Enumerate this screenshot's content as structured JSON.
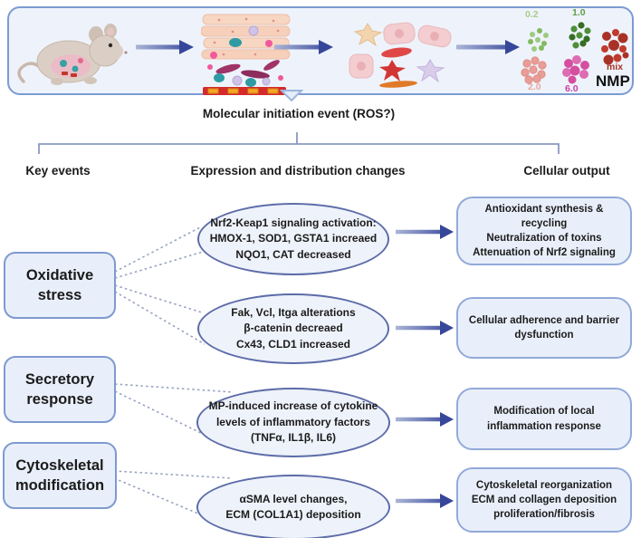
{
  "panel": {
    "stages": [
      "mouse",
      "tissue-section",
      "isolated-cells",
      "nanoplastic-particles"
    ],
    "particle_groups": [
      {
        "label": "0.2",
        "color": "#a7cd8a"
      },
      {
        "label": "1.0",
        "color": "#5f9c49"
      },
      {
        "label": "2.0",
        "color": "#eaa79f"
      },
      {
        "label": "6.0",
        "color": "#cb42a2"
      },
      {
        "label": "mix",
        "color": "#a93226"
      }
    ],
    "nmp_label": "NMP"
  },
  "initiation_label": "Molecular initiation event (ROS?)",
  "column_headers": {
    "key_events": "Key events",
    "expression": "Expression and distribution changes",
    "cellular_output": "Cellular output"
  },
  "key_events": [
    {
      "label": "Oxidative stress"
    },
    {
      "label": "Secretory response"
    },
    {
      "label": "Cytoskeletal modification"
    }
  ],
  "expression_changes": [
    {
      "text": "Nrf2-Keap1 signaling activation:\nHMOX-1, SOD1, GSTA1 increaed\nNQO1, CAT decreased"
    },
    {
      "text": "Fak, Vcl, Itga alterations\nβ-catenin decreaed\nCx43, CLD1 increased"
    },
    {
      "text": "MP-induced increase of cytokine\nlevels of inflammatory factors\n(TNFα, IL1β, IL6)"
    },
    {
      "text": "αSMA level changes,\nECM (COL1A1) deposition"
    }
  ],
  "cellular_outputs": [
    {
      "text": "Antioxidant synthesis & recycling\nNeutralization of toxins\nAttenuation of Nrf2 signaling"
    },
    {
      "text": "Cellular adherence and barrier\ndysfunction"
    },
    {
      "text": "Modification of local\ninflammation response"
    },
    {
      "text": "Cytoskeletal reorganization\nECM and collagen deposition\nproliferation/fibrosis"
    }
  ],
  "colors": {
    "arrow_head": "#36479a",
    "arrow_tail": "#aab4d6",
    "panel_border": "#7b9bd2",
    "panel_fill": "#eef3fb",
    "node_fill": "#e9effa",
    "ellipse_border": "#5c6ca8",
    "dotted_line": "#98a3bf",
    "text": "#1b1b1b"
  }
}
